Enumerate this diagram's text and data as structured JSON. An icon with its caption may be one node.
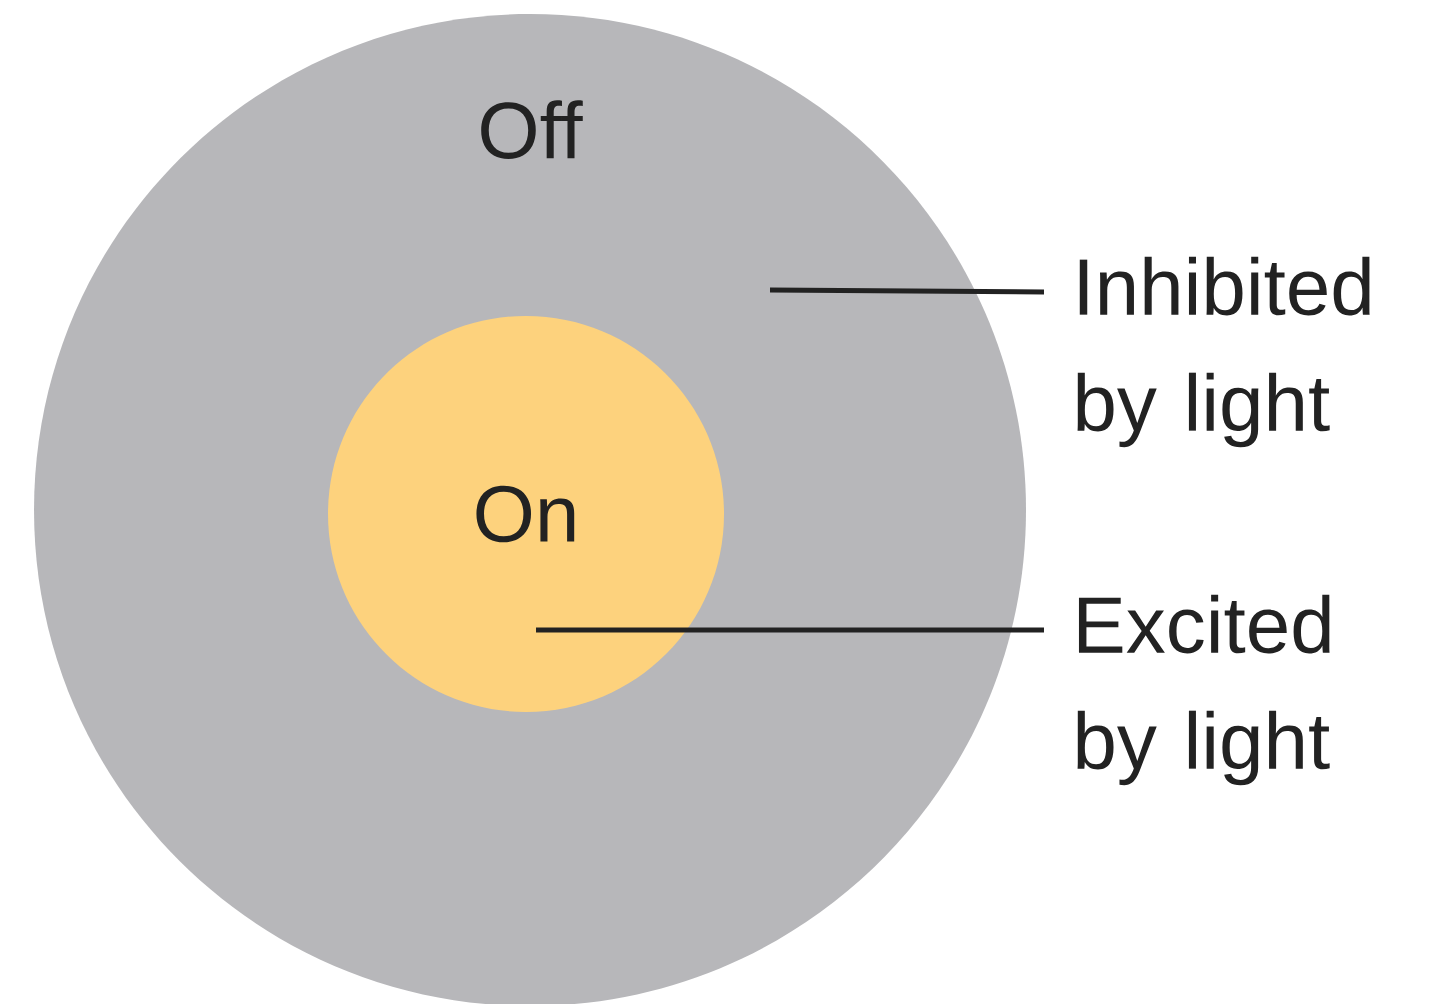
{
  "diagram": {
    "nodes": [
      {
        "text": [
          "Off"
        ]
      },
      {
        "text": [
          "On"
        ],
        "in": 0
      },
      {
        "text": [
          "Inhibited by light"
        ]
      },
      {
        "text": [
          "Excited by light"
        ]
      }
    ],
    "edges": [
      {
        "from": 2,
        "to": 0,
        "arrow": "none"
      },
      {
        "from": 3,
        "to": 1,
        "arrow": "none"
      }
    ]
  }
}
